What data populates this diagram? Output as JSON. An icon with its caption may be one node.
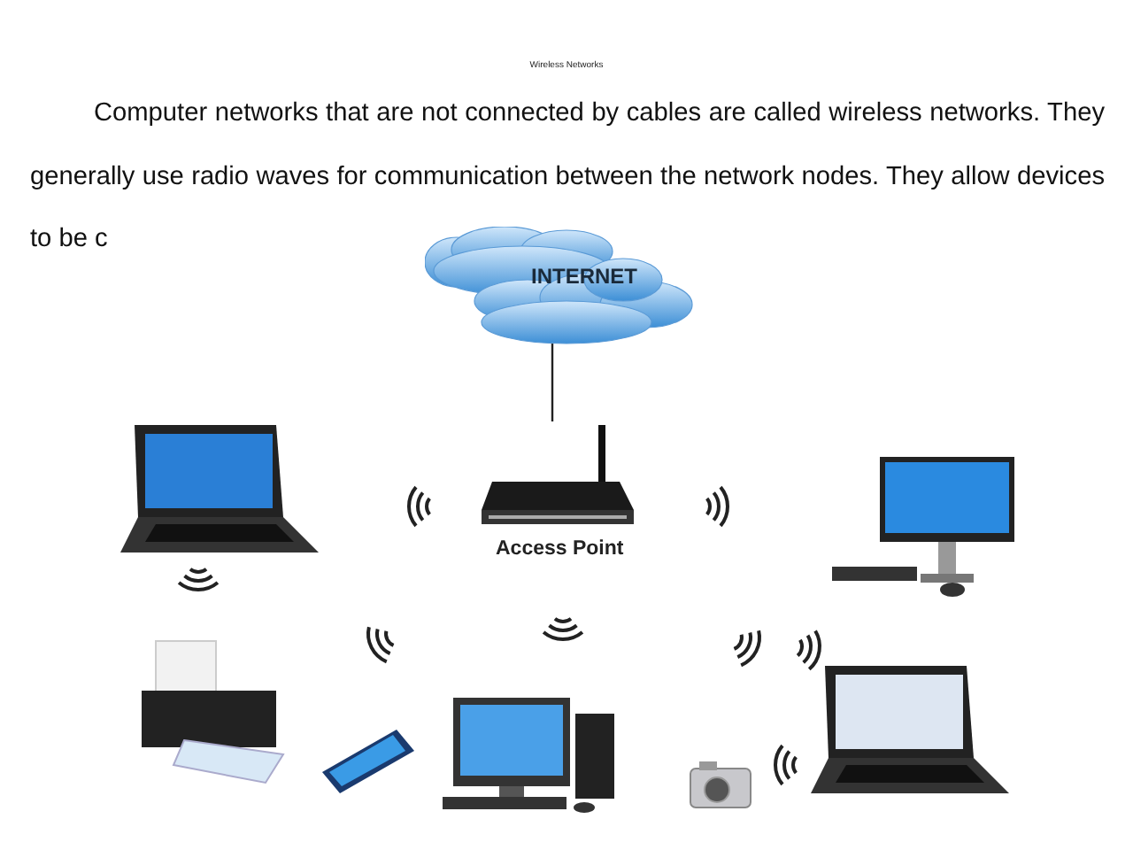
{
  "diagram": {
    "title": "Wireless Networks",
    "nodes": [
      {
        "text": [
          "INTERNET"
        ]
      },
      {
        "text": [
          "Access Point"
        ]
      }
    ],
    "edges": [
      {
        "from": 0,
        "to": 1,
        "arrow": "none"
      }
    ],
    "labels": [
      "Computer networks that are not connected by cables are called wireless networks. They generally use radio waves for communication between the network nodes. They allow devices to be c"
    ]
  }
}
